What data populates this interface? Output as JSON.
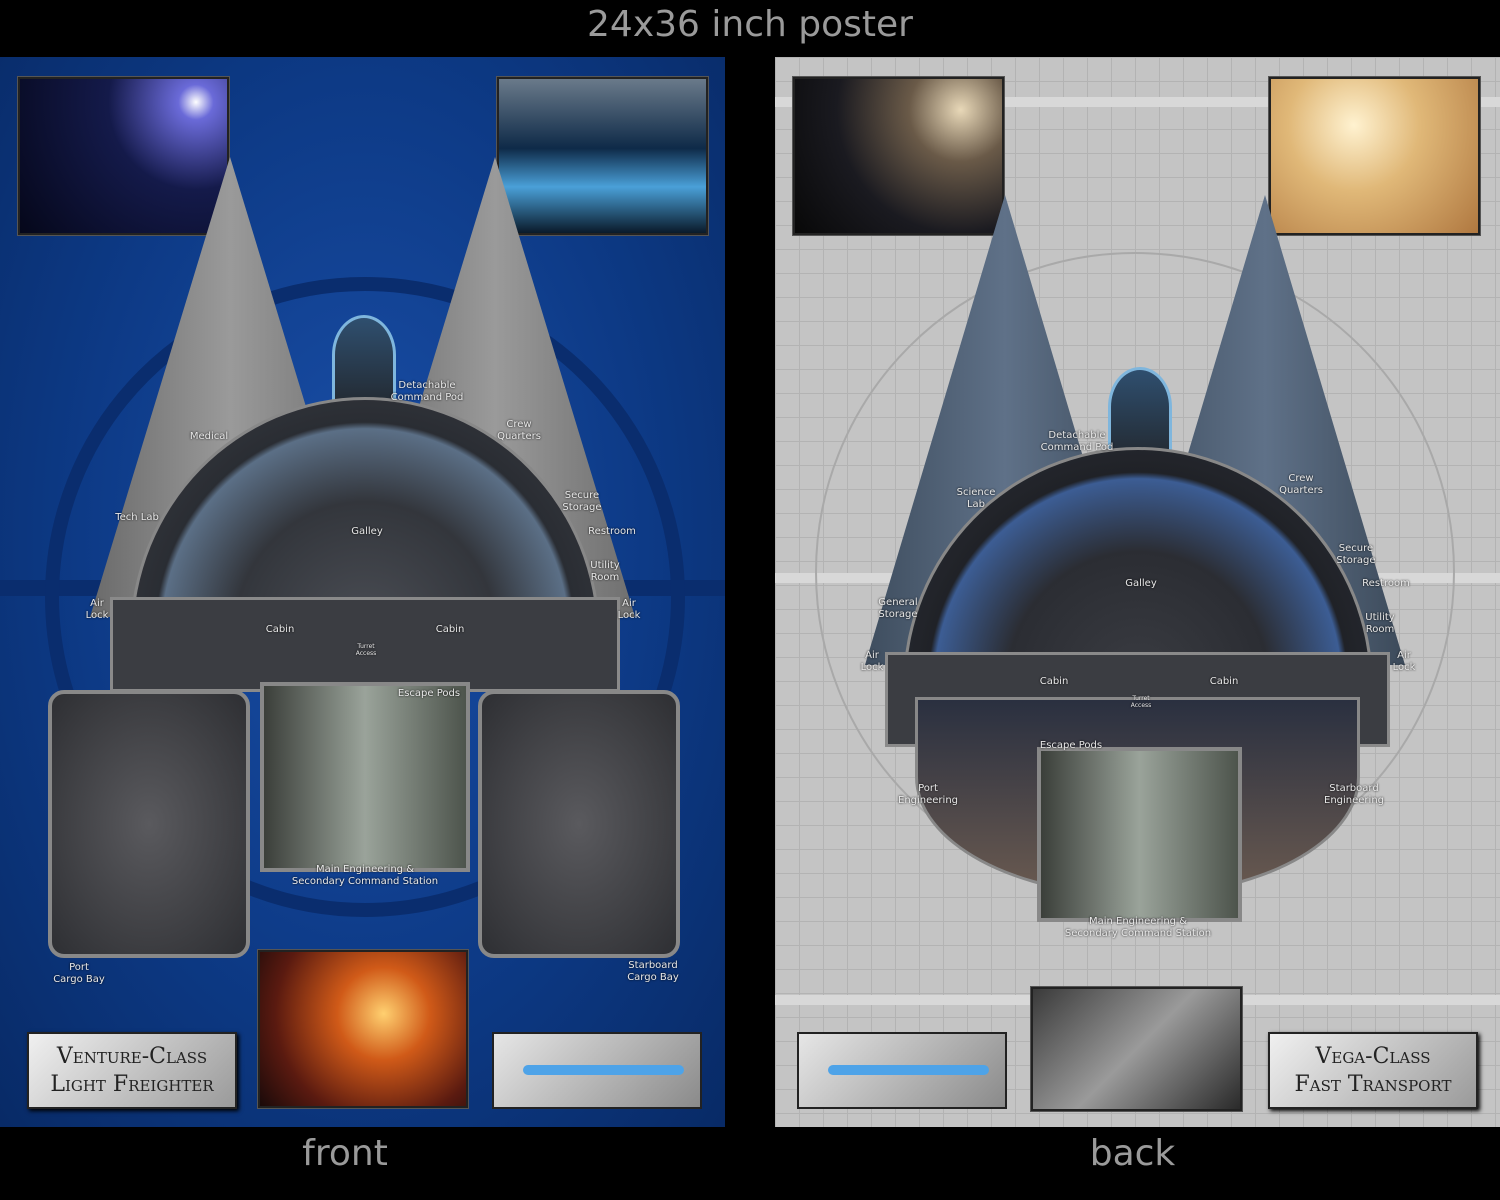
{
  "caption_top": "24x36 inch poster",
  "caption_front": "front",
  "caption_back": "back",
  "front": {
    "title_line1": "Venture-Class",
    "title_line2": "Light Freighter",
    "labels": {
      "command_pod": "Detachable\nCommand Pod",
      "medical": "Medical",
      "crew": "Crew\nQuarters",
      "tech_lab": "Tech Lab",
      "secure": "Secure\nStorage",
      "restroom": "Restroom",
      "utility": "Utility\nRoom",
      "galley": "Galley",
      "airlock_l": "Air\nLock",
      "airlock_r": "Air\nLock",
      "cabin_l": "Cabin",
      "cabin_r": "Cabin",
      "turret": "Turret\nAccess",
      "escape": "Escape Pods",
      "main_eng": "Main Engineering &\nSecondary Command Station",
      "port_bay": "Port\nCargo Bay",
      "star_bay": "Starboard\nCargo Bay"
    }
  },
  "back": {
    "title_line1": "Vega-Class",
    "title_line2": "Fast Transport",
    "labels": {
      "command_pod": "Detachable\nCommand Pod",
      "science": "Science\nLab",
      "crew": "Crew\nQuarters",
      "secure": "Secure\nStorage",
      "restroom": "Restroom",
      "utility": "Utility\nRoom",
      "general": "General\nStorage",
      "galley": "Galley",
      "airlock_l": "Air\nLock",
      "airlock_r": "Air\nLock",
      "cabin_l": "Cabin",
      "cabin_r": "Cabin",
      "turret": "Turret\nAccess",
      "escape": "Escape Pods",
      "port_eng": "Port\nEngineering",
      "star_eng": "Starboard\nEngineering",
      "main_eng": "Main Engineering &\nSecondary Command Station"
    }
  }
}
